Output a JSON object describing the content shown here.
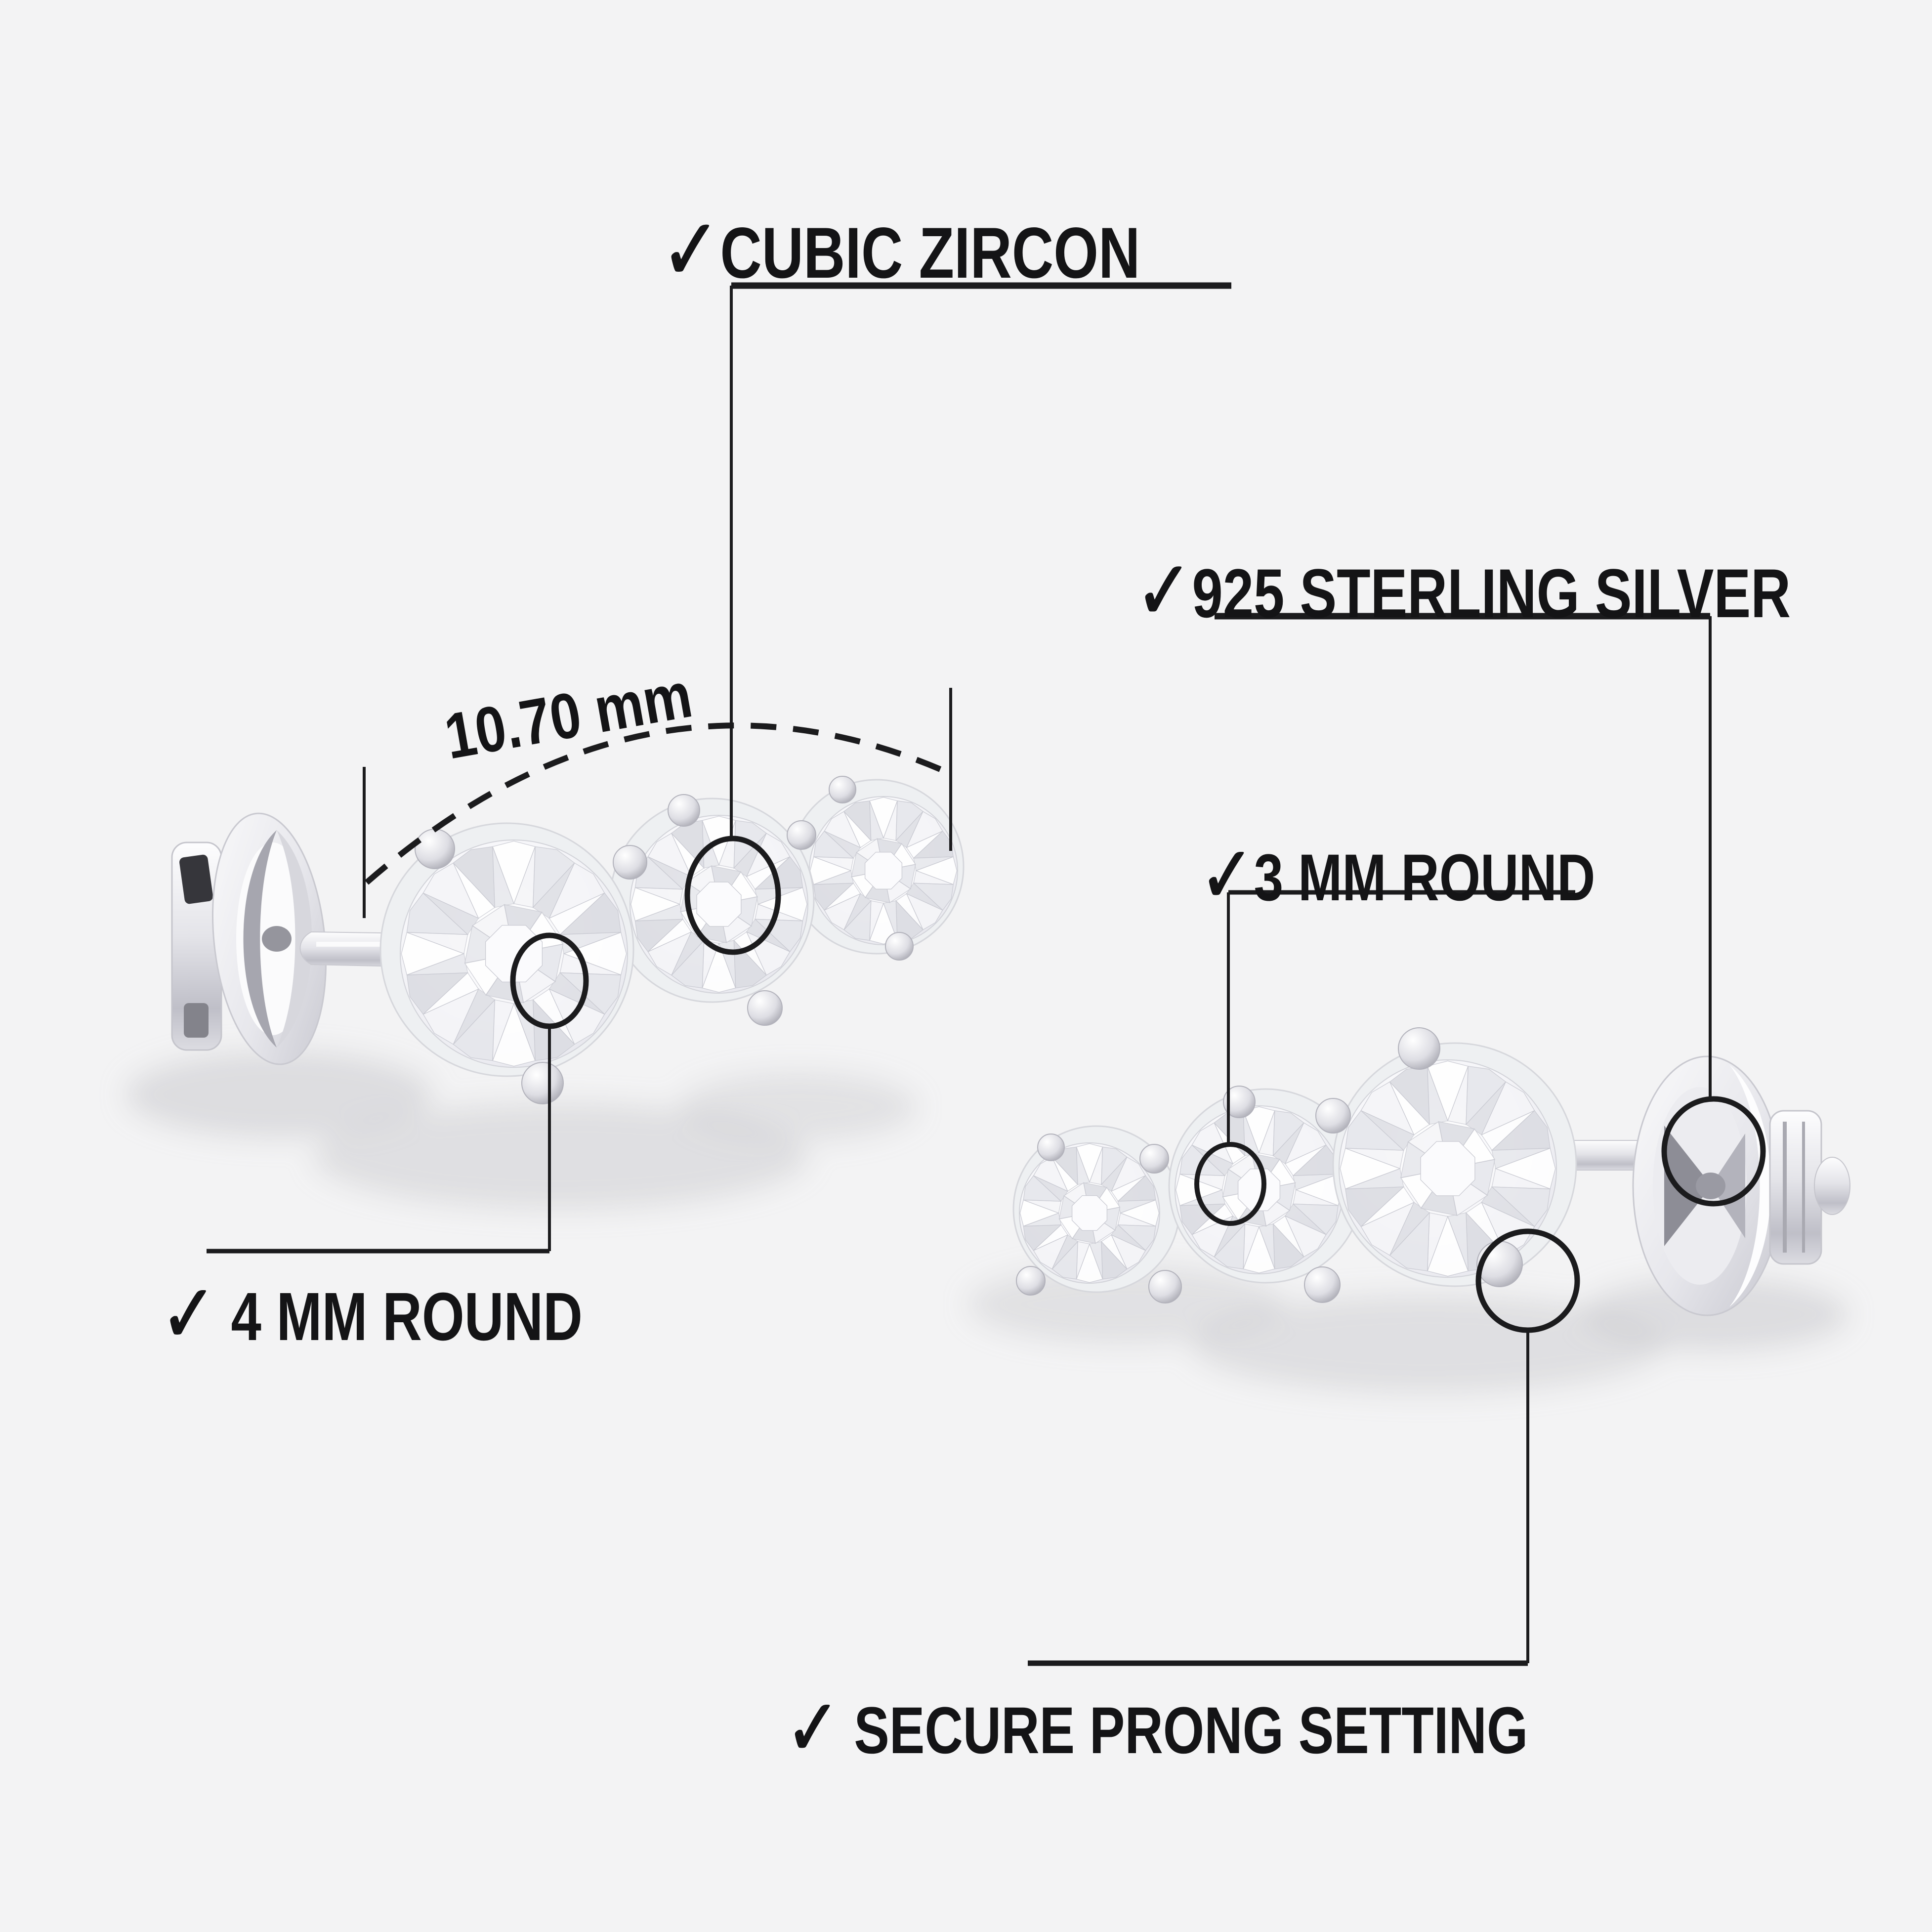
{
  "scene": {
    "background": "#f3f3f4",
    "line_color": "#1b1b1d",
    "text_color": "#141416",
    "metal_color": "#d8d8de",
    "stone_color": "#f2f2f5",
    "shadow_color": "#c8c8cc",
    "items": [
      "left-earring-side-view",
      "right-earring-side-view"
    ]
  },
  "annotations": {
    "measurement": {
      "label": "10.70 mm"
    },
    "cubic_zircon": {
      "check": "✓",
      "label": "CUBIC ZIRCON"
    },
    "sterling_silver": {
      "check": "✓",
      "label": "925 STERLING SILVER"
    },
    "three_mm_round": {
      "check": "✓",
      "label": "3 MM ROUND"
    },
    "four_mm_round": {
      "check": "✓",
      "label": "4 MM ROUND"
    },
    "secure_prong_setting": {
      "check": "✓",
      "label": "SECURE PRONG SETTING"
    }
  }
}
